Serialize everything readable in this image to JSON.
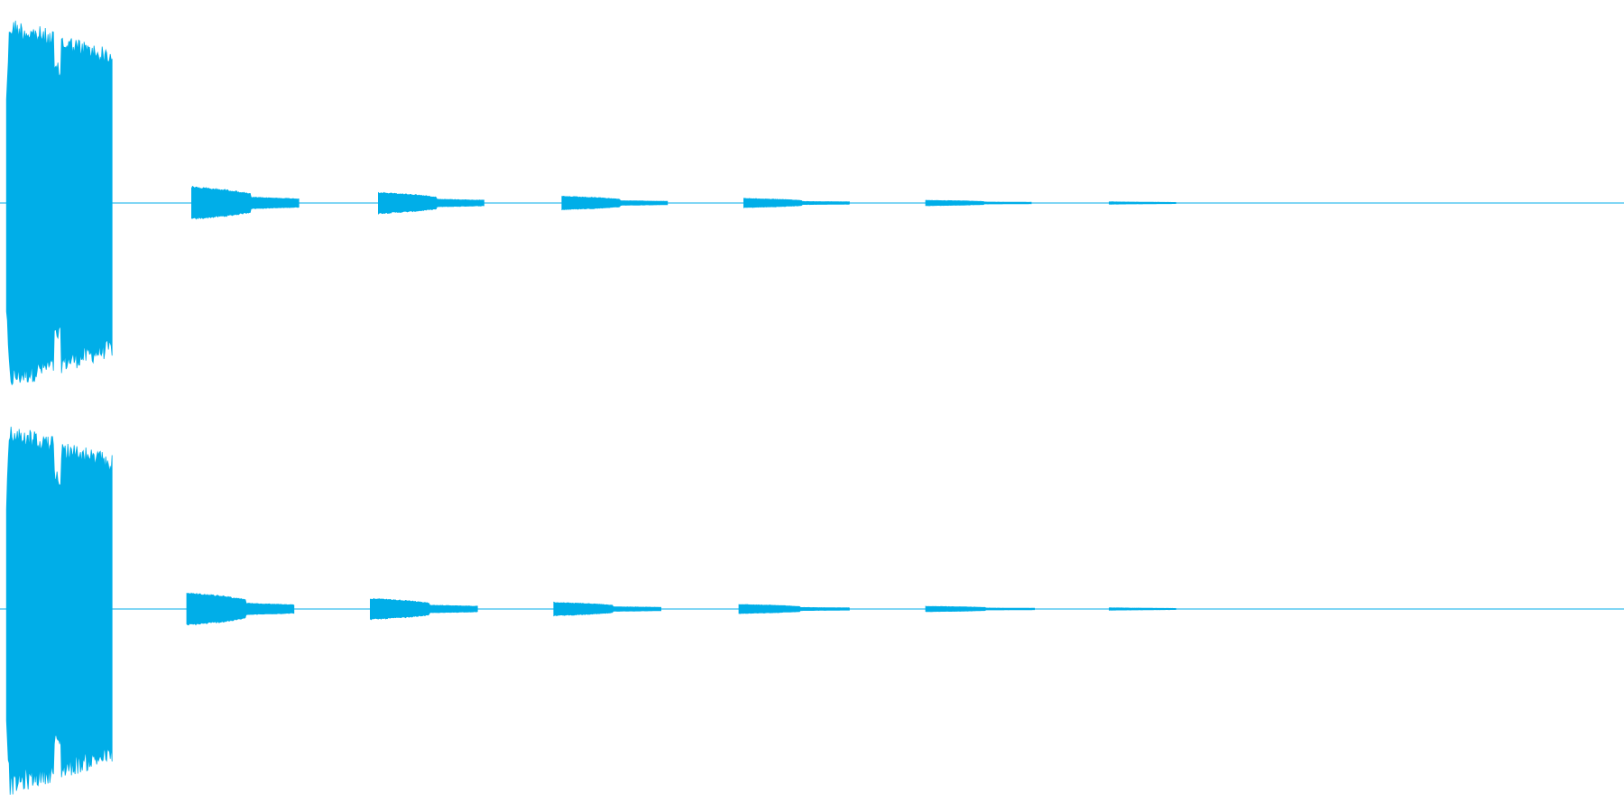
{
  "chart_data": {
    "type": "area",
    "title": "",
    "xlabel": "",
    "ylabel": "",
    "grid": false,
    "legend": "none",
    "color": "#00aee8",
    "ylim": [
      -1,
      1
    ],
    "xlim": [
      0,
      1
    ],
    "channels": [
      {
        "events": [
          {
            "start": 0.004,
            "end": 0.069,
            "peak": 0.95,
            "floor": 0.78
          },
          {
            "start": 0.118,
            "end": 0.184,
            "peak": 0.085,
            "floor": 0.03
          },
          {
            "start": 0.233,
            "end": 0.298,
            "peak": 0.055,
            "floor": 0.02
          },
          {
            "start": 0.346,
            "end": 0.411,
            "peak": 0.035,
            "floor": 0.012
          },
          {
            "start": 0.458,
            "end": 0.523,
            "peak": 0.024,
            "floor": 0.008
          },
          {
            "start": 0.57,
            "end": 0.635,
            "peak": 0.014,
            "floor": 0.005
          },
          {
            "start": 0.683,
            "end": 0.724,
            "peak": 0.006,
            "floor": 0.004
          }
        ]
      },
      {
        "events": [
          {
            "start": 0.004,
            "end": 0.069,
            "peak": 0.95,
            "floor": 0.78
          },
          {
            "start": 0.115,
            "end": 0.181,
            "peak": 0.085,
            "floor": 0.03
          },
          {
            "start": 0.228,
            "end": 0.294,
            "peak": 0.055,
            "floor": 0.02
          },
          {
            "start": 0.341,
            "end": 0.407,
            "peak": 0.035,
            "floor": 0.012
          },
          {
            "start": 0.455,
            "end": 0.523,
            "peak": 0.024,
            "floor": 0.008
          },
          {
            "start": 0.57,
            "end": 0.637,
            "peak": 0.014,
            "floor": 0.005
          },
          {
            "start": 0.683,
            "end": 0.724,
            "peak": 0.006,
            "floor": 0.004
          }
        ]
      }
    ]
  }
}
